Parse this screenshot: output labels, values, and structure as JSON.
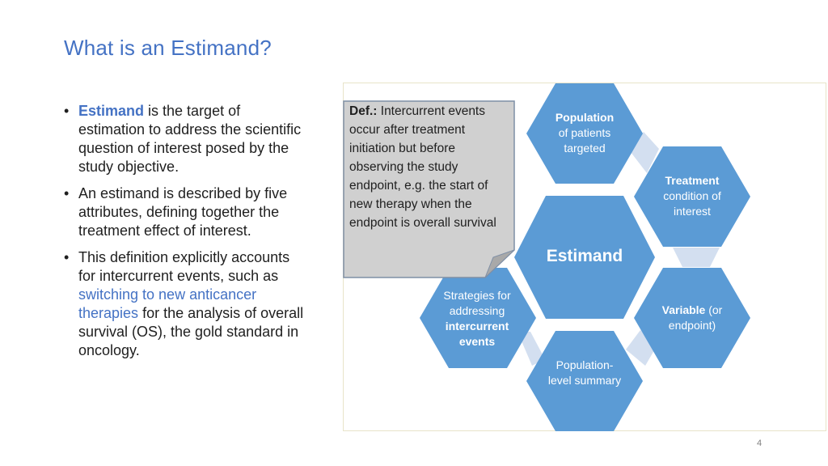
{
  "slide": {
    "title": "What is an Estimand?",
    "page_number": "4"
  },
  "bullets": {
    "b1": {
      "highlight": "Estimand",
      "rest": " is the target of estimation to address the scientific question of interest posed by the study objective."
    },
    "b2": {
      "text": "An estimand is described by five attributes, defining together the treatment effect of interest."
    },
    "b3": {
      "before": "This definition explicitly accounts for intercurrent events, such as ",
      "highlight": "switching to new anticancer therapies",
      "after": " for the analysis of overall survival (OS), the gold standard in oncology."
    }
  },
  "definition_note": {
    "label": "Def.:",
    "text": " Intercurrent events occur after treatment initiation but before observing the study endpoint, e.g. the start of new therapy when the endpoint is overall survival"
  },
  "diagram": {
    "center": "Estimand",
    "population": {
      "bold": "Population",
      "rest": "of patients targeted"
    },
    "treatment": {
      "bold": "Treatment",
      "rest": "condition of interest"
    },
    "variable": {
      "bold": "Variable",
      "rest": " (or endpoint)"
    },
    "summary": {
      "text": "Population-level summary"
    },
    "strategies": {
      "plain": "Strategies for addressing",
      "bold": "intercurrent events"
    }
  },
  "colors": {
    "accent": "#4472c4",
    "hex_fill": "#5b9bd5",
    "connector": "#d3dff0",
    "note_fill": "#d0d0d0",
    "note_border": "#7f8fa6"
  }
}
